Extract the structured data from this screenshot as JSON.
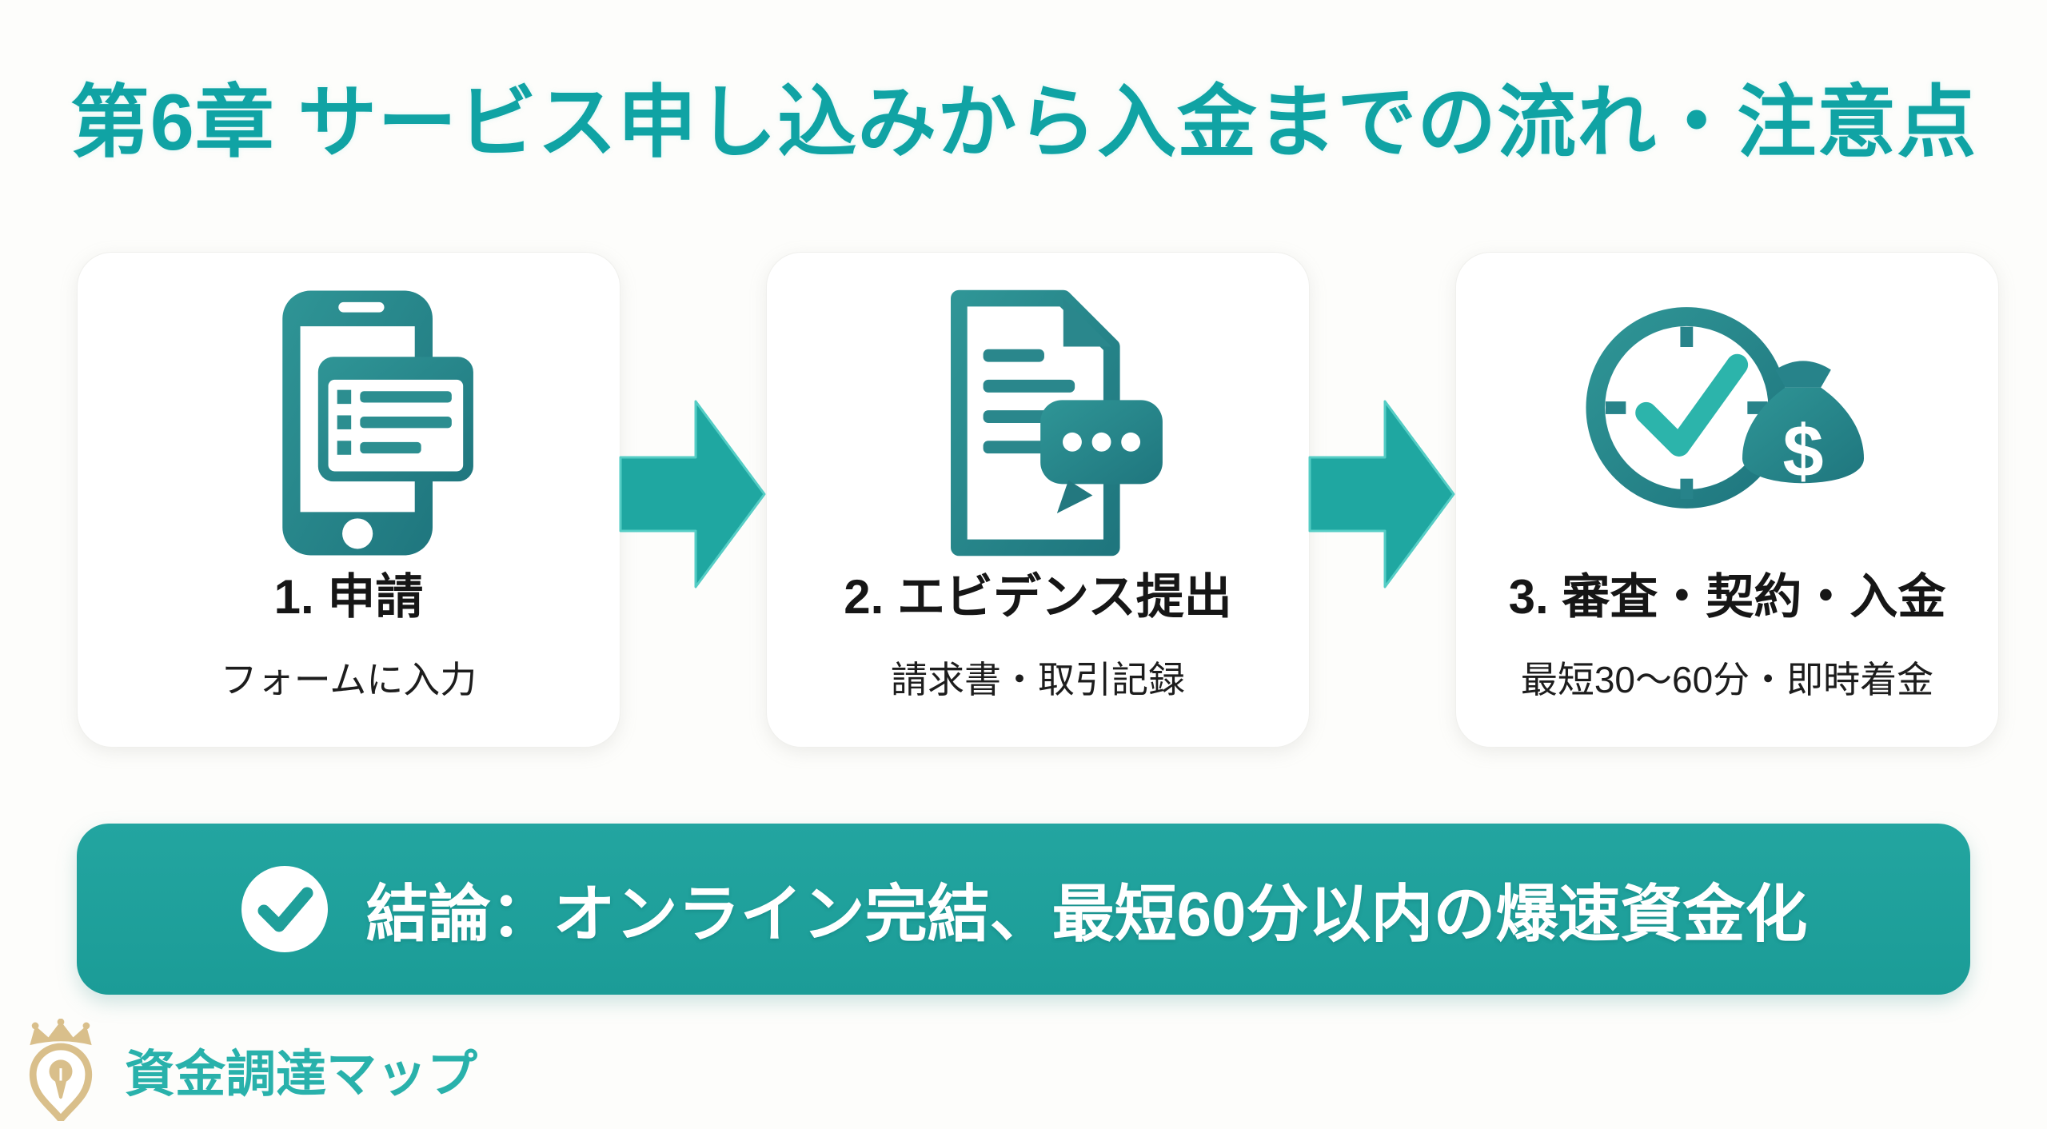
{
  "page": {
    "title": "第6章 サービス申し込みから入金までの流れ・注意点"
  },
  "colors": {
    "title_teal": "#10a3a4",
    "banner_teal": "#1f9f9a",
    "arrow_teal": "#1fa7a1",
    "icon_teal_dark": "#27838a",
    "icon_teal_check": "#2cb4ab",
    "card_bg": "#ffffff",
    "page_bg": "#fdfdfb",
    "text_dark": "#161616",
    "logo_gold": "#d9bf8b",
    "logo_teal": "#29b1ab"
  },
  "steps": [
    {
      "icon": "smartphone-form-icon",
      "number_title": "1. 申請",
      "subtitle": "フォームに入力"
    },
    {
      "icon": "document-chat-icon",
      "number_title": "2. エビデンス提出",
      "subtitle": "請求書・取引記録"
    },
    {
      "icon": "clock-check-moneybag-icon",
      "number_title": "3. 審査・契約・入金",
      "subtitle": "最短30〜60分・即時着金"
    }
  ],
  "arrows": [
    "arrow-right-icon",
    "arrow-right-icon"
  ],
  "conclusion": {
    "icon": "check-circle-icon",
    "text": "結論：オンライン完結、最短60分以内の爆速資金化"
  },
  "footer": {
    "logo_icon": "map-pin-crown-icon",
    "logo_text": "資金調達マップ"
  }
}
